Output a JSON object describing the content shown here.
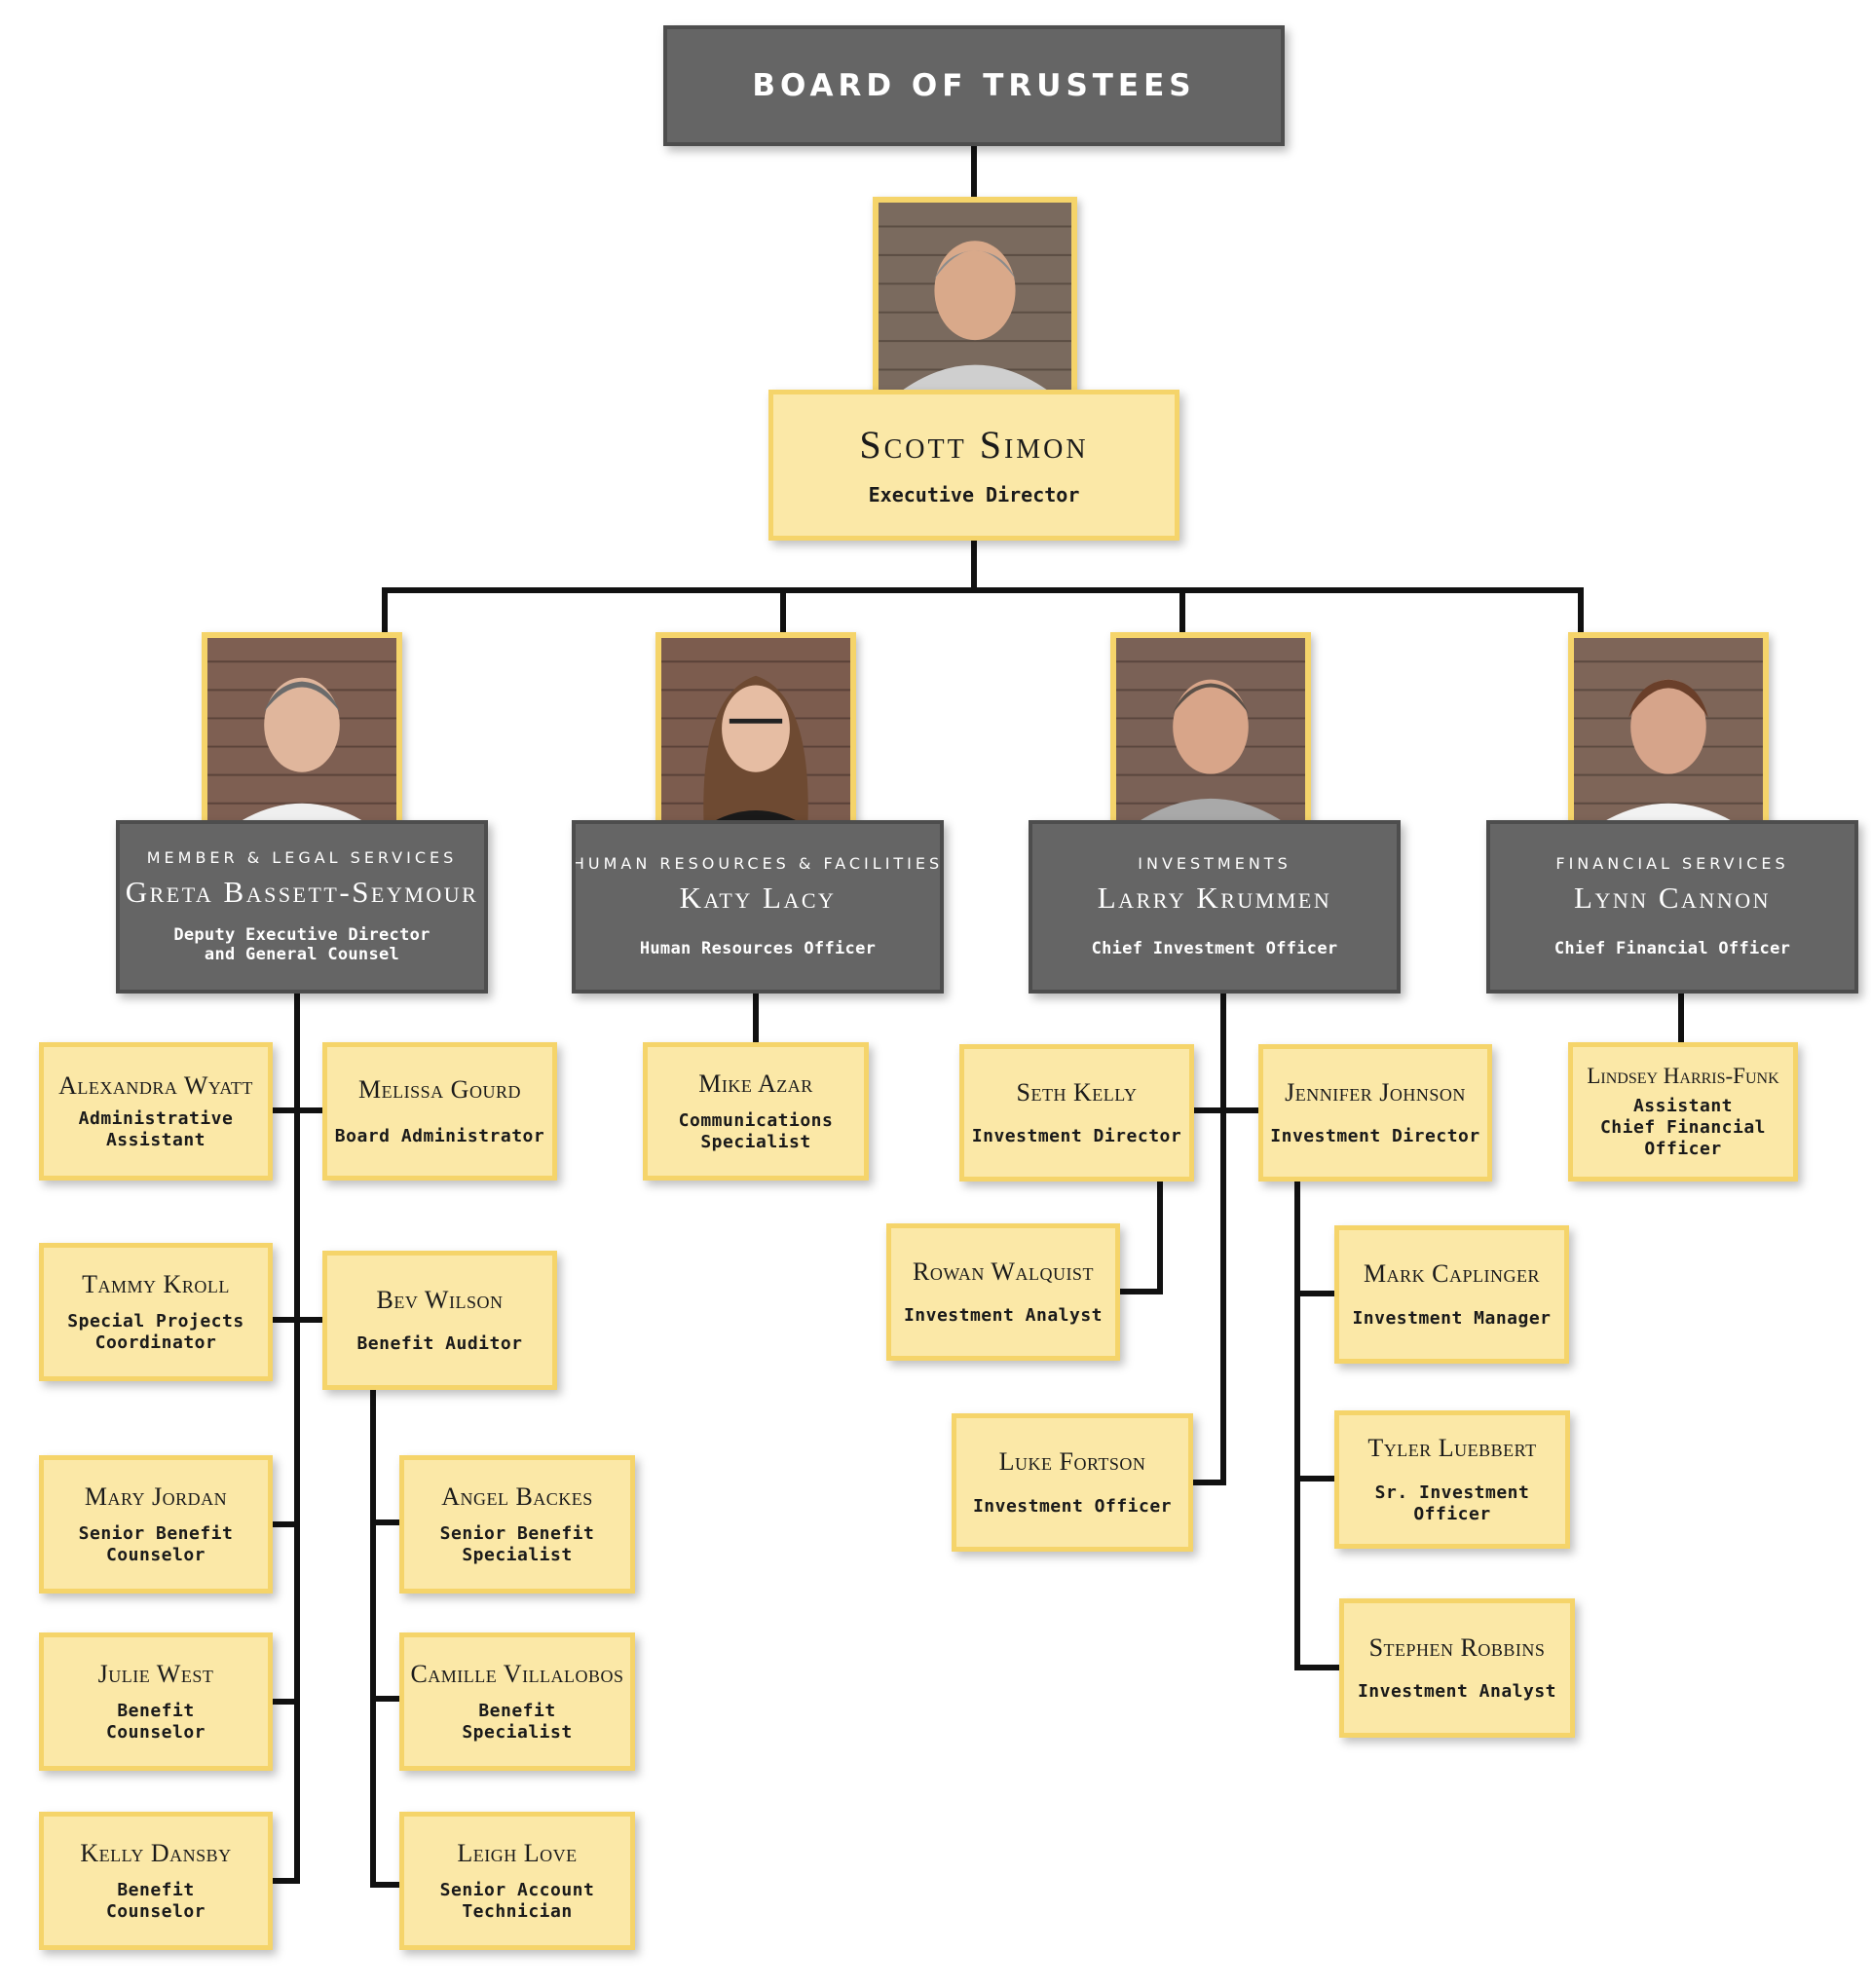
{
  "board": {
    "title": "BOARD OF TRUSTEES"
  },
  "executive": {
    "name": "Scott Simon",
    "role": "Executive Director"
  },
  "heads": [
    {
      "dept": "MEMBER & LEGAL SERVICES",
      "name": "Greta Bassett-Seymour",
      "role": "Deputy Executive Director\nand General Counsel"
    },
    {
      "dept": "HUMAN RESOURCES & FACILITIES",
      "name": "Katy Lacy",
      "role": "Human Resources Officer"
    },
    {
      "dept": "INVESTMENTS",
      "name": "Larry Krummen",
      "role": "Chief Investment Officer"
    },
    {
      "dept": "FINANCIAL SERVICES",
      "name": "Lynn Cannon",
      "role": "Chief Financial Officer"
    }
  ],
  "staff": {
    "alexandra": {
      "name": "Alexandra Wyatt",
      "role": "Administrative\nAssistant"
    },
    "melissa": {
      "name": "Melissa Gourd",
      "role": "Board Administrator"
    },
    "tammy": {
      "name": "Tammy Kroll",
      "role": "Special Projects\nCoordinator"
    },
    "bev": {
      "name": "Bev Wilson",
      "role": "Benefit Auditor"
    },
    "mary": {
      "name": "Mary Jordan",
      "role": "Senior Benefit\nCounselor"
    },
    "angel": {
      "name": "Angel Backes",
      "role": "Senior Benefit\nSpecialist"
    },
    "julie": {
      "name": "Julie West",
      "role": "Benefit\nCounselor"
    },
    "camille": {
      "name": "Camille Villalobos",
      "role": "Benefit\nSpecialist"
    },
    "kelly": {
      "name": "Kelly Dansby",
      "role": "Benefit\nCounselor"
    },
    "leigh": {
      "name": "Leigh Love",
      "role": "Senior Account\nTechnician"
    },
    "mike": {
      "name": "Mike Azar",
      "role": "Communications\nSpecialist"
    },
    "seth": {
      "name": "Seth Kelly",
      "role": "Investment Director"
    },
    "jennifer": {
      "name": "Jennifer Johnson",
      "role": "Investment Director"
    },
    "rowan": {
      "name": "Rowan Walquist",
      "role": "Investment Analyst"
    },
    "luke": {
      "name": "Luke Fortson",
      "role": "Investment Officer"
    },
    "mark": {
      "name": "Mark Caplinger",
      "role": "Investment Manager"
    },
    "tyler": {
      "name": "Tyler Luebbert",
      "role": "Sr. Investment Officer"
    },
    "stephen": {
      "name": "Stephen Robbins",
      "role": "Investment Analyst"
    },
    "lindsey": {
      "name": "Lindsey Harris-Funk",
      "role": "Assistant\nChief Financial Officer"
    }
  },
  "colors": {
    "box_dark": "#656565",
    "box_yellow": "#fbe8a7",
    "border_yellow": "#f5d46a",
    "line": "#111111"
  },
  "icons": [
    "portrait-photo"
  ]
}
